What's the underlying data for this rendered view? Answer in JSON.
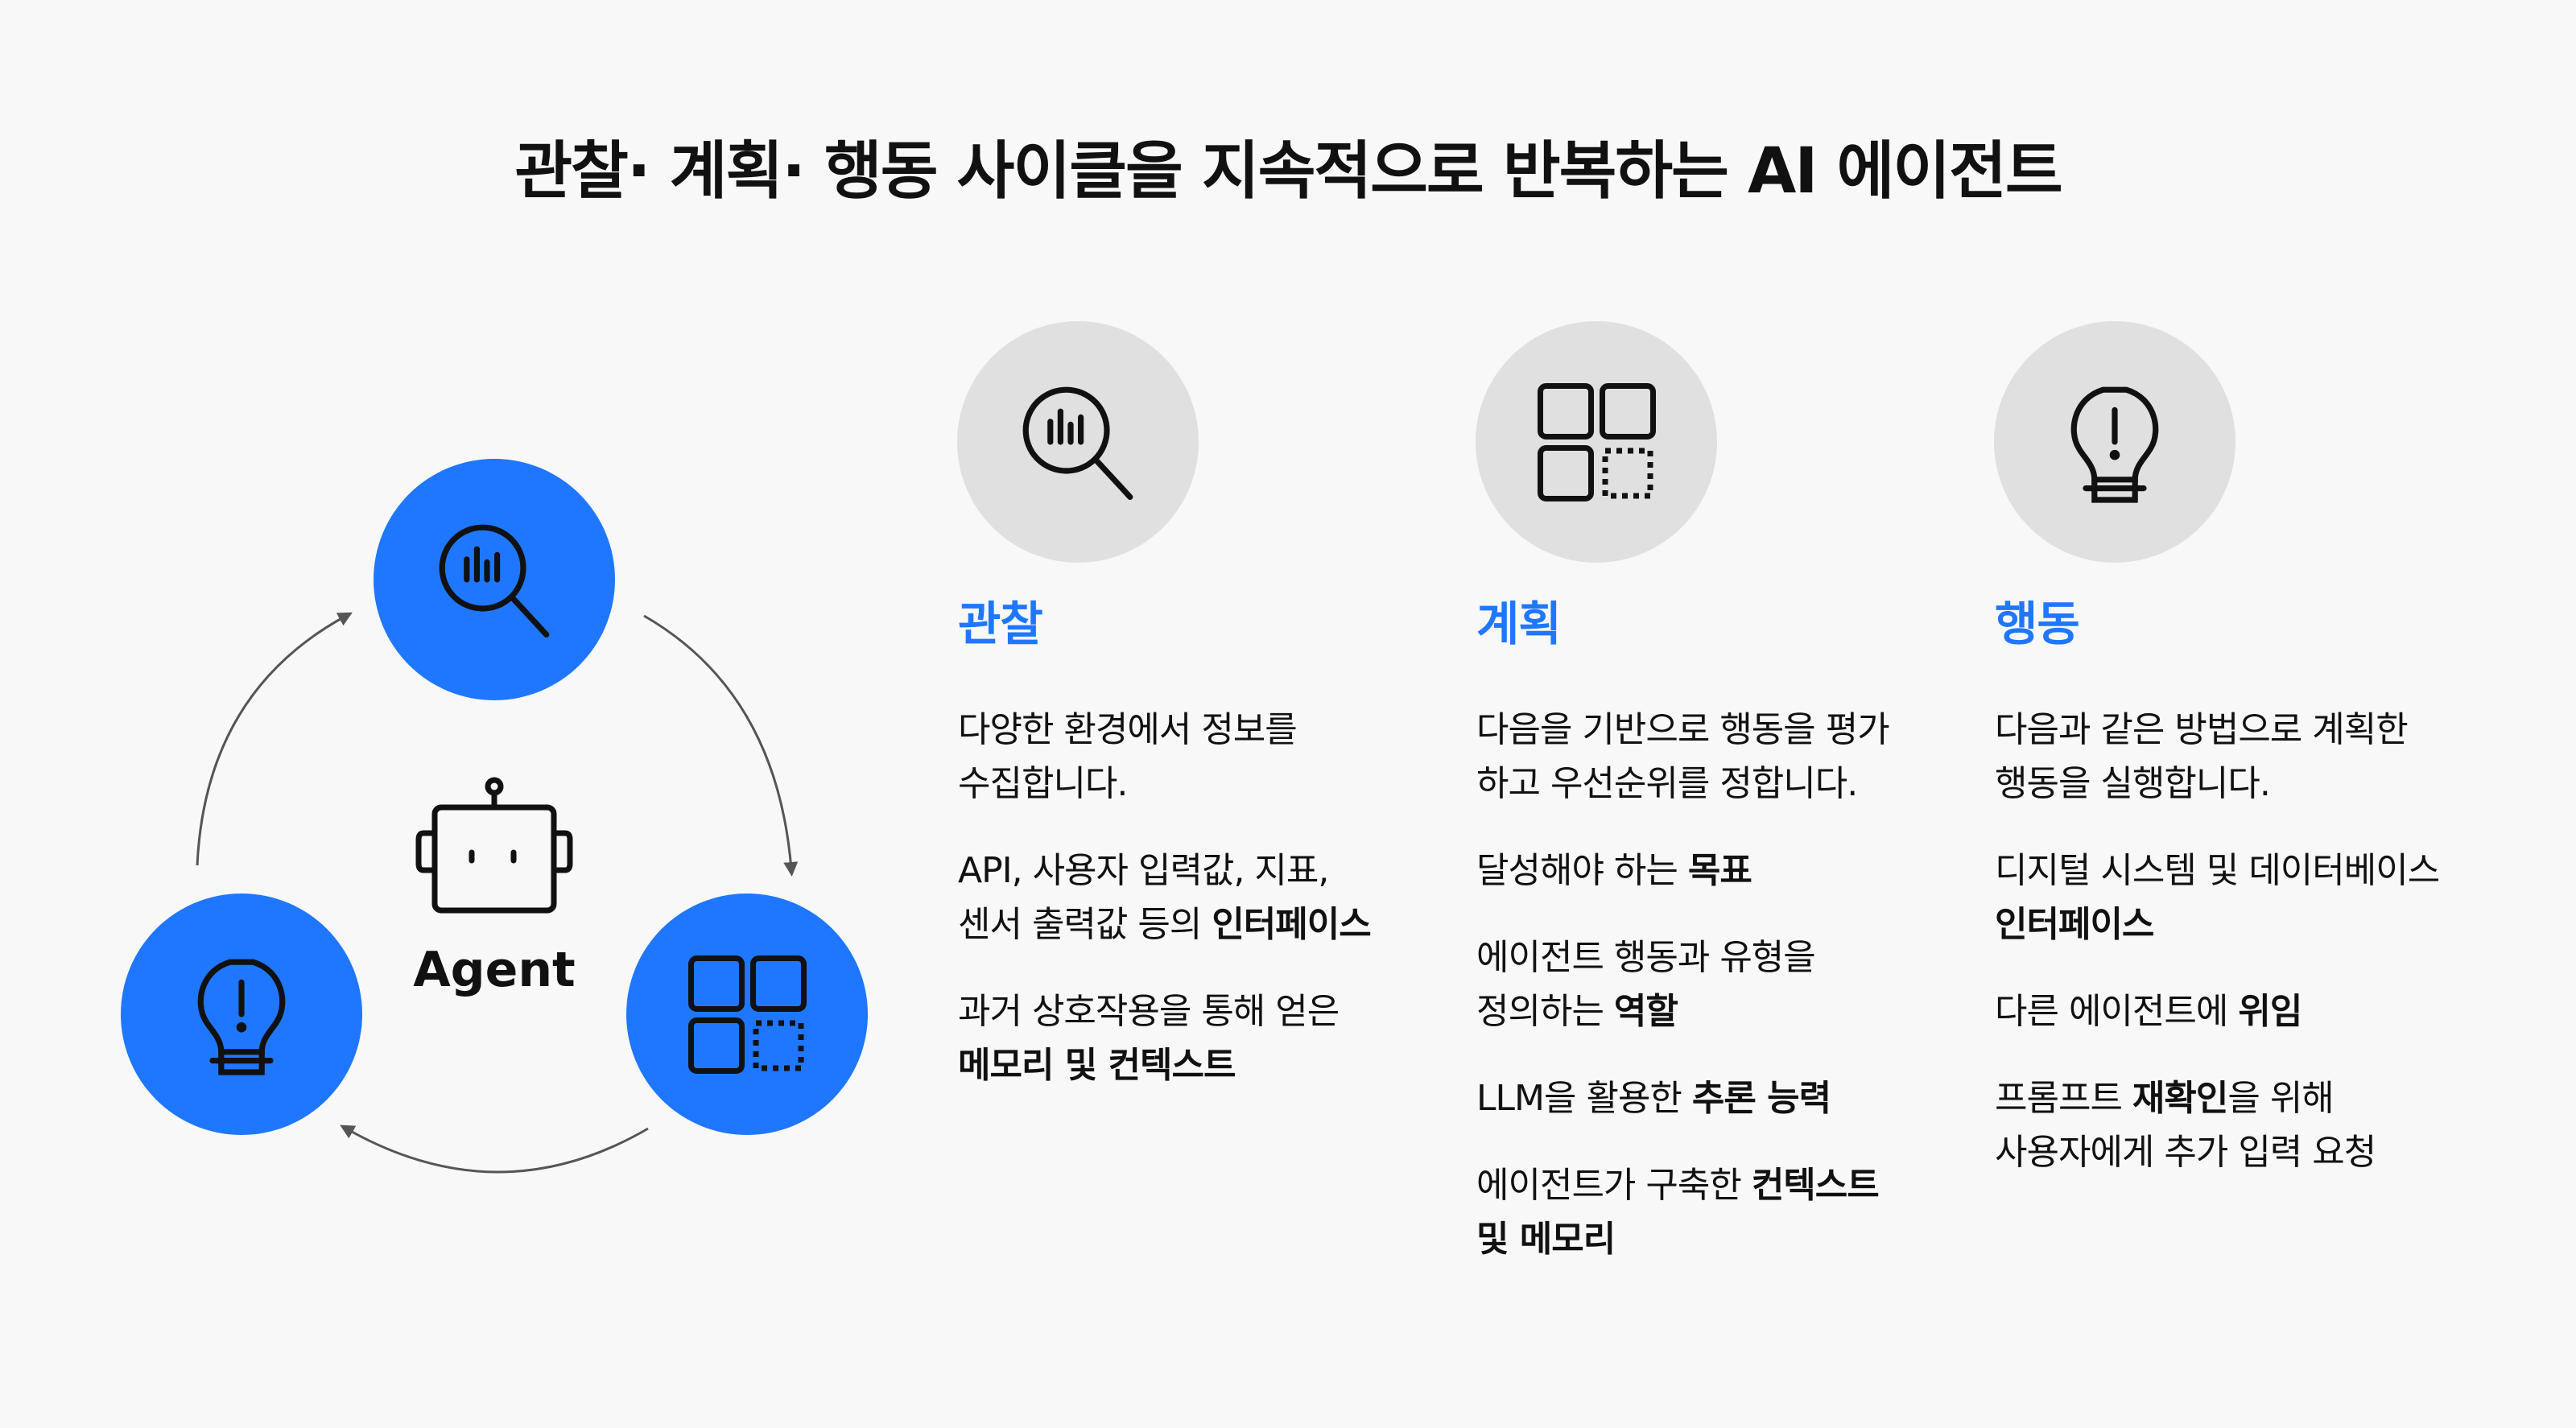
{
  "title": "관찰· 계획· 행동 사이클을 지속적으로 반복하는 AI 에이전트",
  "agent_label": "Agent",
  "colors": {
    "accent": "#1f77ff",
    "icon_bg": "#e0e0e0",
    "background": "#f8f8f8"
  },
  "cycle_icons": [
    "magnifier-chart-icon",
    "grid-dashed-icon",
    "lightbulb-exclamation-icon",
    "robot-icon"
  ],
  "columns": [
    {
      "heading": "관찰",
      "icon": "magnifier-chart-icon",
      "paragraphs": [
        [
          [
            {
              "t": "다양한 환경에서 정보를",
              "b": false
            }
          ],
          [
            {
              "t": "수집합니다.",
              "b": false
            }
          ]
        ],
        [
          [
            {
              "t": "API, 사용자 입력값, 지표,",
              "b": false
            }
          ],
          [
            {
              "t": "센서 출력값 등의 ",
              "b": false
            },
            {
              "t": "인터페이스",
              "b": true
            }
          ]
        ],
        [
          [
            {
              "t": "과거 상호작용을 통해 얻은",
              "b": false
            }
          ],
          [
            {
              "t": "메모리 및 컨텍스트",
              "b": true
            }
          ]
        ]
      ]
    },
    {
      "heading": "계획",
      "icon": "grid-dashed-icon",
      "paragraphs": [
        [
          [
            {
              "t": "다음을 기반으로 행동을 평가",
              "b": false
            }
          ],
          [
            {
              "t": "하고 우선순위를 정합니다.",
              "b": false
            }
          ]
        ],
        [
          [
            {
              "t": "달성해야 하는 ",
              "b": false
            },
            {
              "t": "목표",
              "b": true
            }
          ]
        ],
        [
          [
            {
              "t": "에이전트 행동과 유형을",
              "b": false
            }
          ],
          [
            {
              "t": "정의하는 ",
              "b": false
            },
            {
              "t": "역할",
              "b": true
            }
          ]
        ],
        [
          [
            {
              "t": "LLM을 활용한 ",
              "b": false
            },
            {
              "t": "추론 능력",
              "b": true
            }
          ]
        ],
        [
          [
            {
              "t": "에이전트가 구축한 ",
              "b": false
            },
            {
              "t": "컨텍스트",
              "b": true
            }
          ],
          [
            {
              "t": "및 메모리",
              "b": true
            }
          ]
        ]
      ]
    },
    {
      "heading": "행동",
      "icon": "lightbulb-exclamation-icon",
      "paragraphs": [
        [
          [
            {
              "t": "다음과 같은 방법으로 계획한",
              "b": false
            }
          ],
          [
            {
              "t": "행동을 실행합니다.",
              "b": false
            }
          ]
        ],
        [
          [
            {
              "t": "디지털 시스템 및 데이터베이스",
              "b": false
            }
          ],
          [
            {
              "t": "인터페이스",
              "b": true
            }
          ]
        ],
        [
          [
            {
              "t": "다른 에이전트에 ",
              "b": false
            },
            {
              "t": "위임",
              "b": true
            }
          ]
        ],
        [
          [
            {
              "t": "프롬프트 ",
              "b": false
            },
            {
              "t": "재확인",
              "b": true
            },
            {
              "t": "을 위해",
              "b": false
            }
          ],
          [
            {
              "t": "사용자에게 추가 입력 요청",
              "b": false
            }
          ]
        ]
      ]
    }
  ]
}
